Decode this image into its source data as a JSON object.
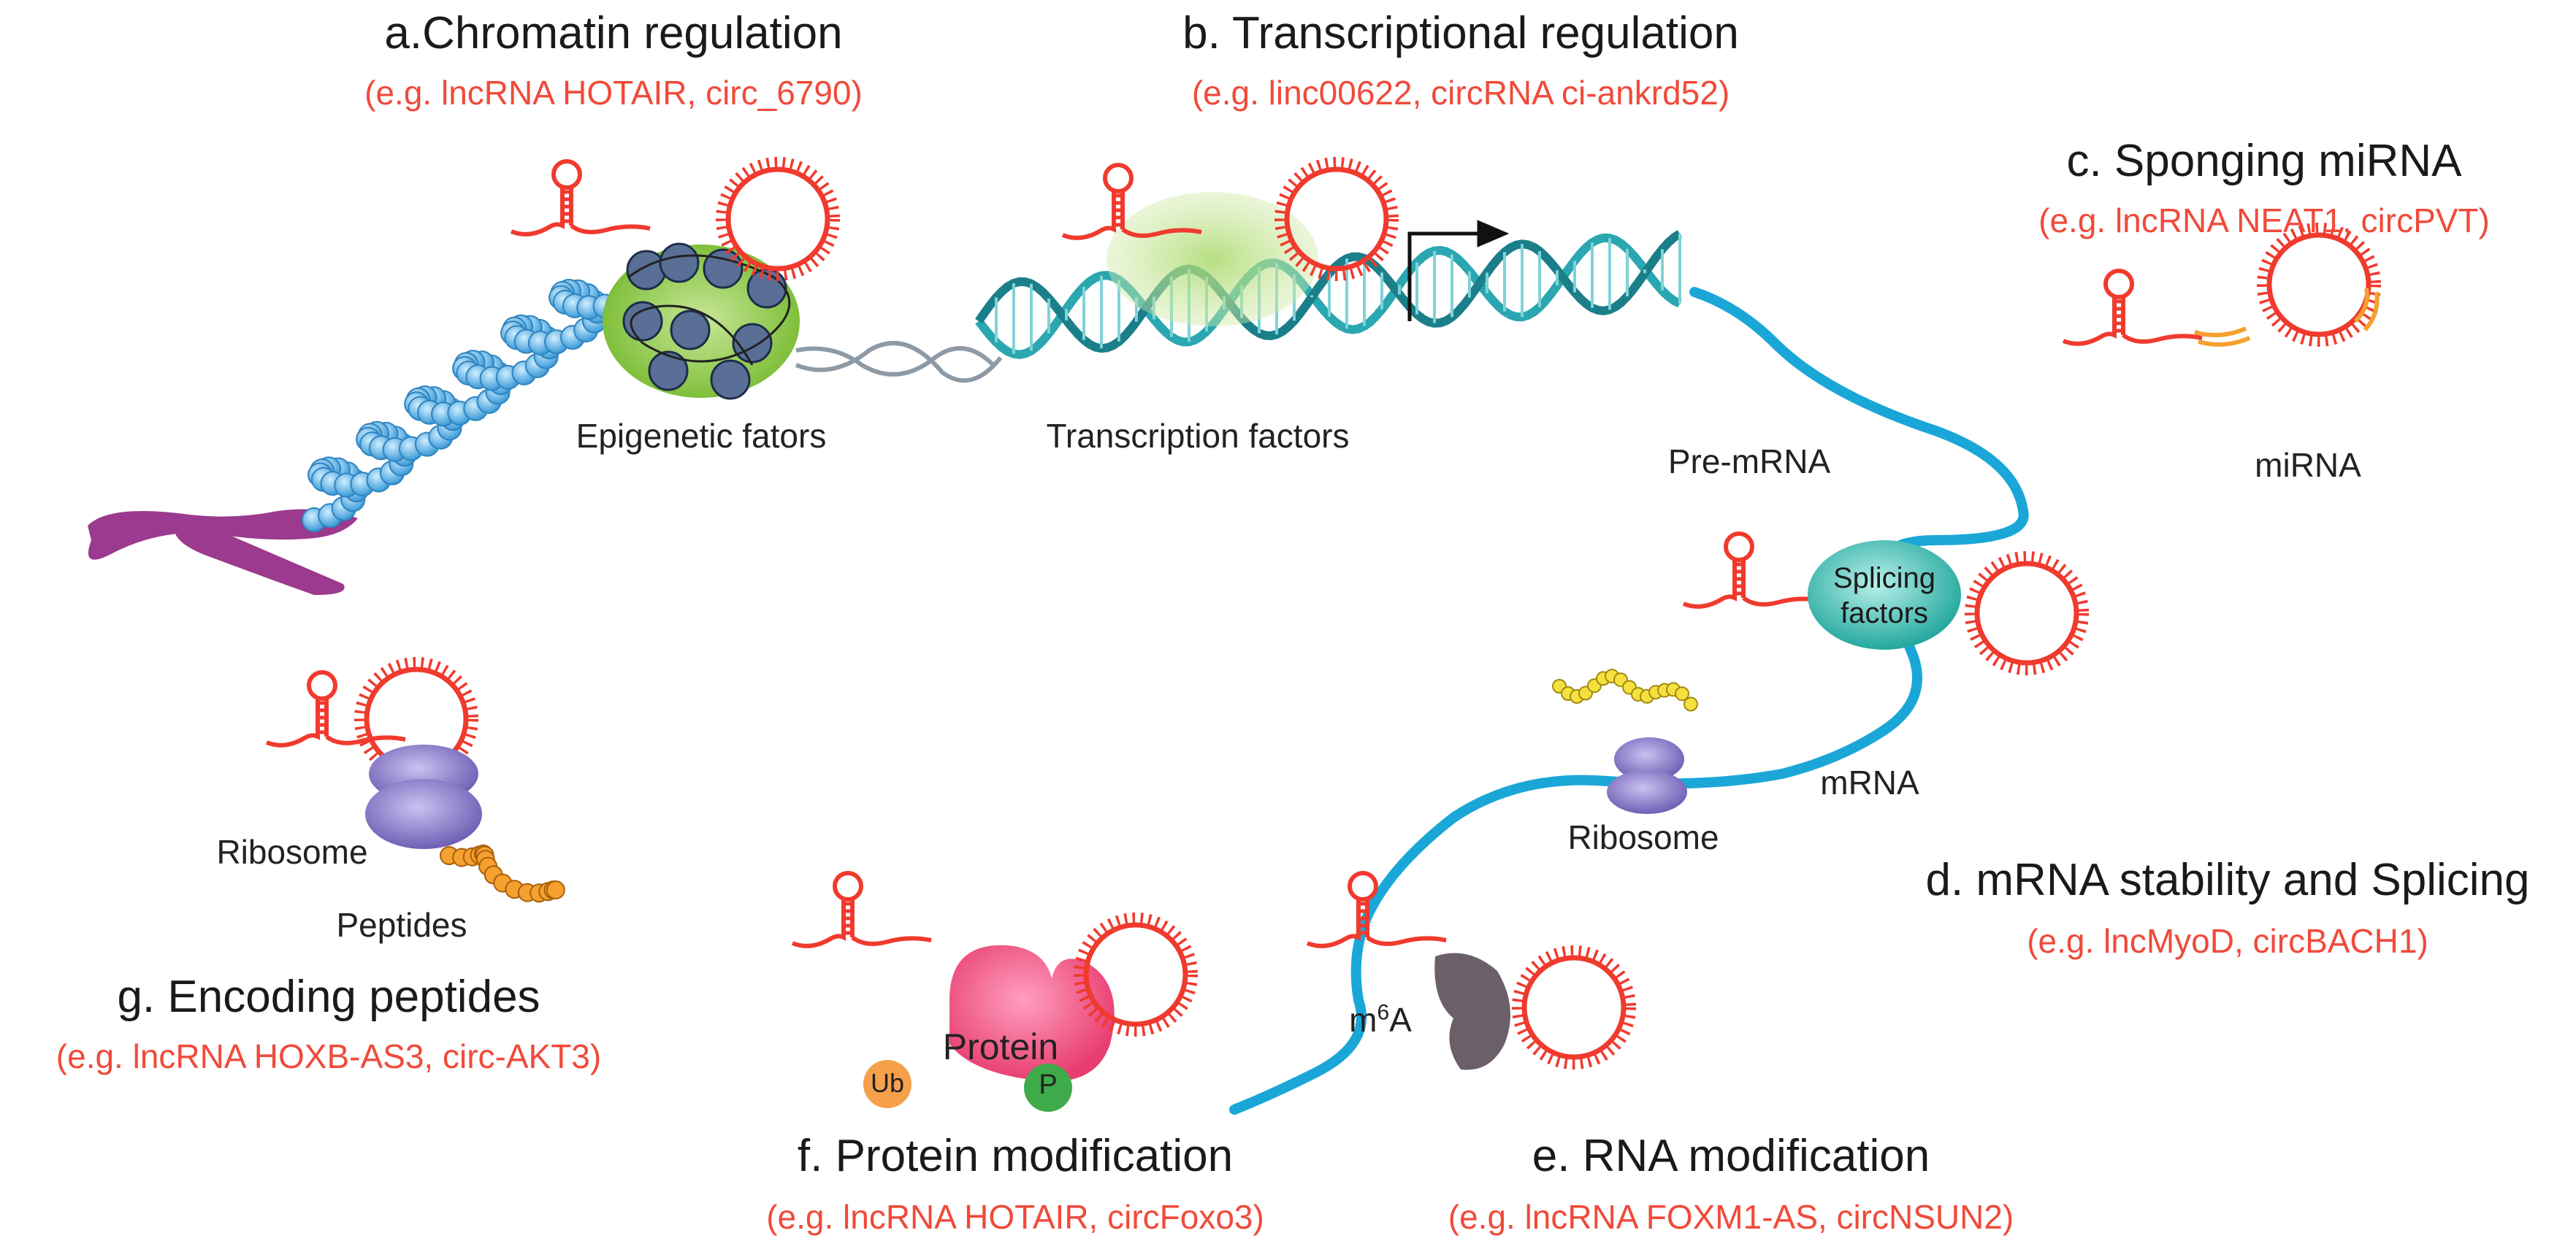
{
  "sections": {
    "a": {
      "title": "a.Chromatin regulation",
      "example": "(e.g. lncRNA HOTAIR, circ_6790)"
    },
    "b": {
      "title": "b. Transcriptional regulation",
      "example": "(e.g. linc00622, circRNA ci-ankrd52)"
    },
    "c": {
      "title": "c. Sponging miRNA",
      "example": "(e.g. lncRNA NEAT1, circPVT)"
    },
    "d": {
      "title": "d. mRNA stability and Splicing",
      "example": "(e.g. lncMyoD, circBACH1)"
    },
    "e": {
      "title": "e. RNA modification",
      "example": "(e.g. lncRNA FOXM1-AS, circNSUN2)"
    },
    "f": {
      "title": "f. Protein modification",
      "example": "(e.g. lncRNA HOTAIR, circFoxo3)"
    },
    "g": {
      "title": "g. Encoding peptides",
      "example": "(e.g. lncRNA HOXB-AS3, circ-AKT3)"
    }
  },
  "labels": {
    "epigenetic": "Epigenetic fators",
    "transcription_factors": "Transcription factors",
    "pre_mrna": "Pre-mRNA",
    "mirna": "miRNA",
    "splicing_line1": "Splicing",
    "splicing_line2": "factors",
    "mrna": "mRNA",
    "ribosome_d": "Ribosome",
    "ribosome_g": "Ribosome",
    "peptides": "Peptides",
    "m6a_base": "m",
    "m6a_sup": "6",
    "m6a_tail": "A",
    "protein": "Protein",
    "ub": "Ub",
    "p": "P"
  },
  "colors": {
    "rna_red": "#f03a2e",
    "example_red": "#f04a3a",
    "rna_strand_blue": "#1aa7d8",
    "chromosome_purple": "#9b3a8e",
    "nucleosome_green": "#8cc63f",
    "ribosome_purple": "#8a7cc8",
    "protein_pink": "#f0608a",
    "splicing_teal": "#3cc1b8",
    "peptide_orange": "#f5a030",
    "peptide_yellow": "#f5e040"
  }
}
